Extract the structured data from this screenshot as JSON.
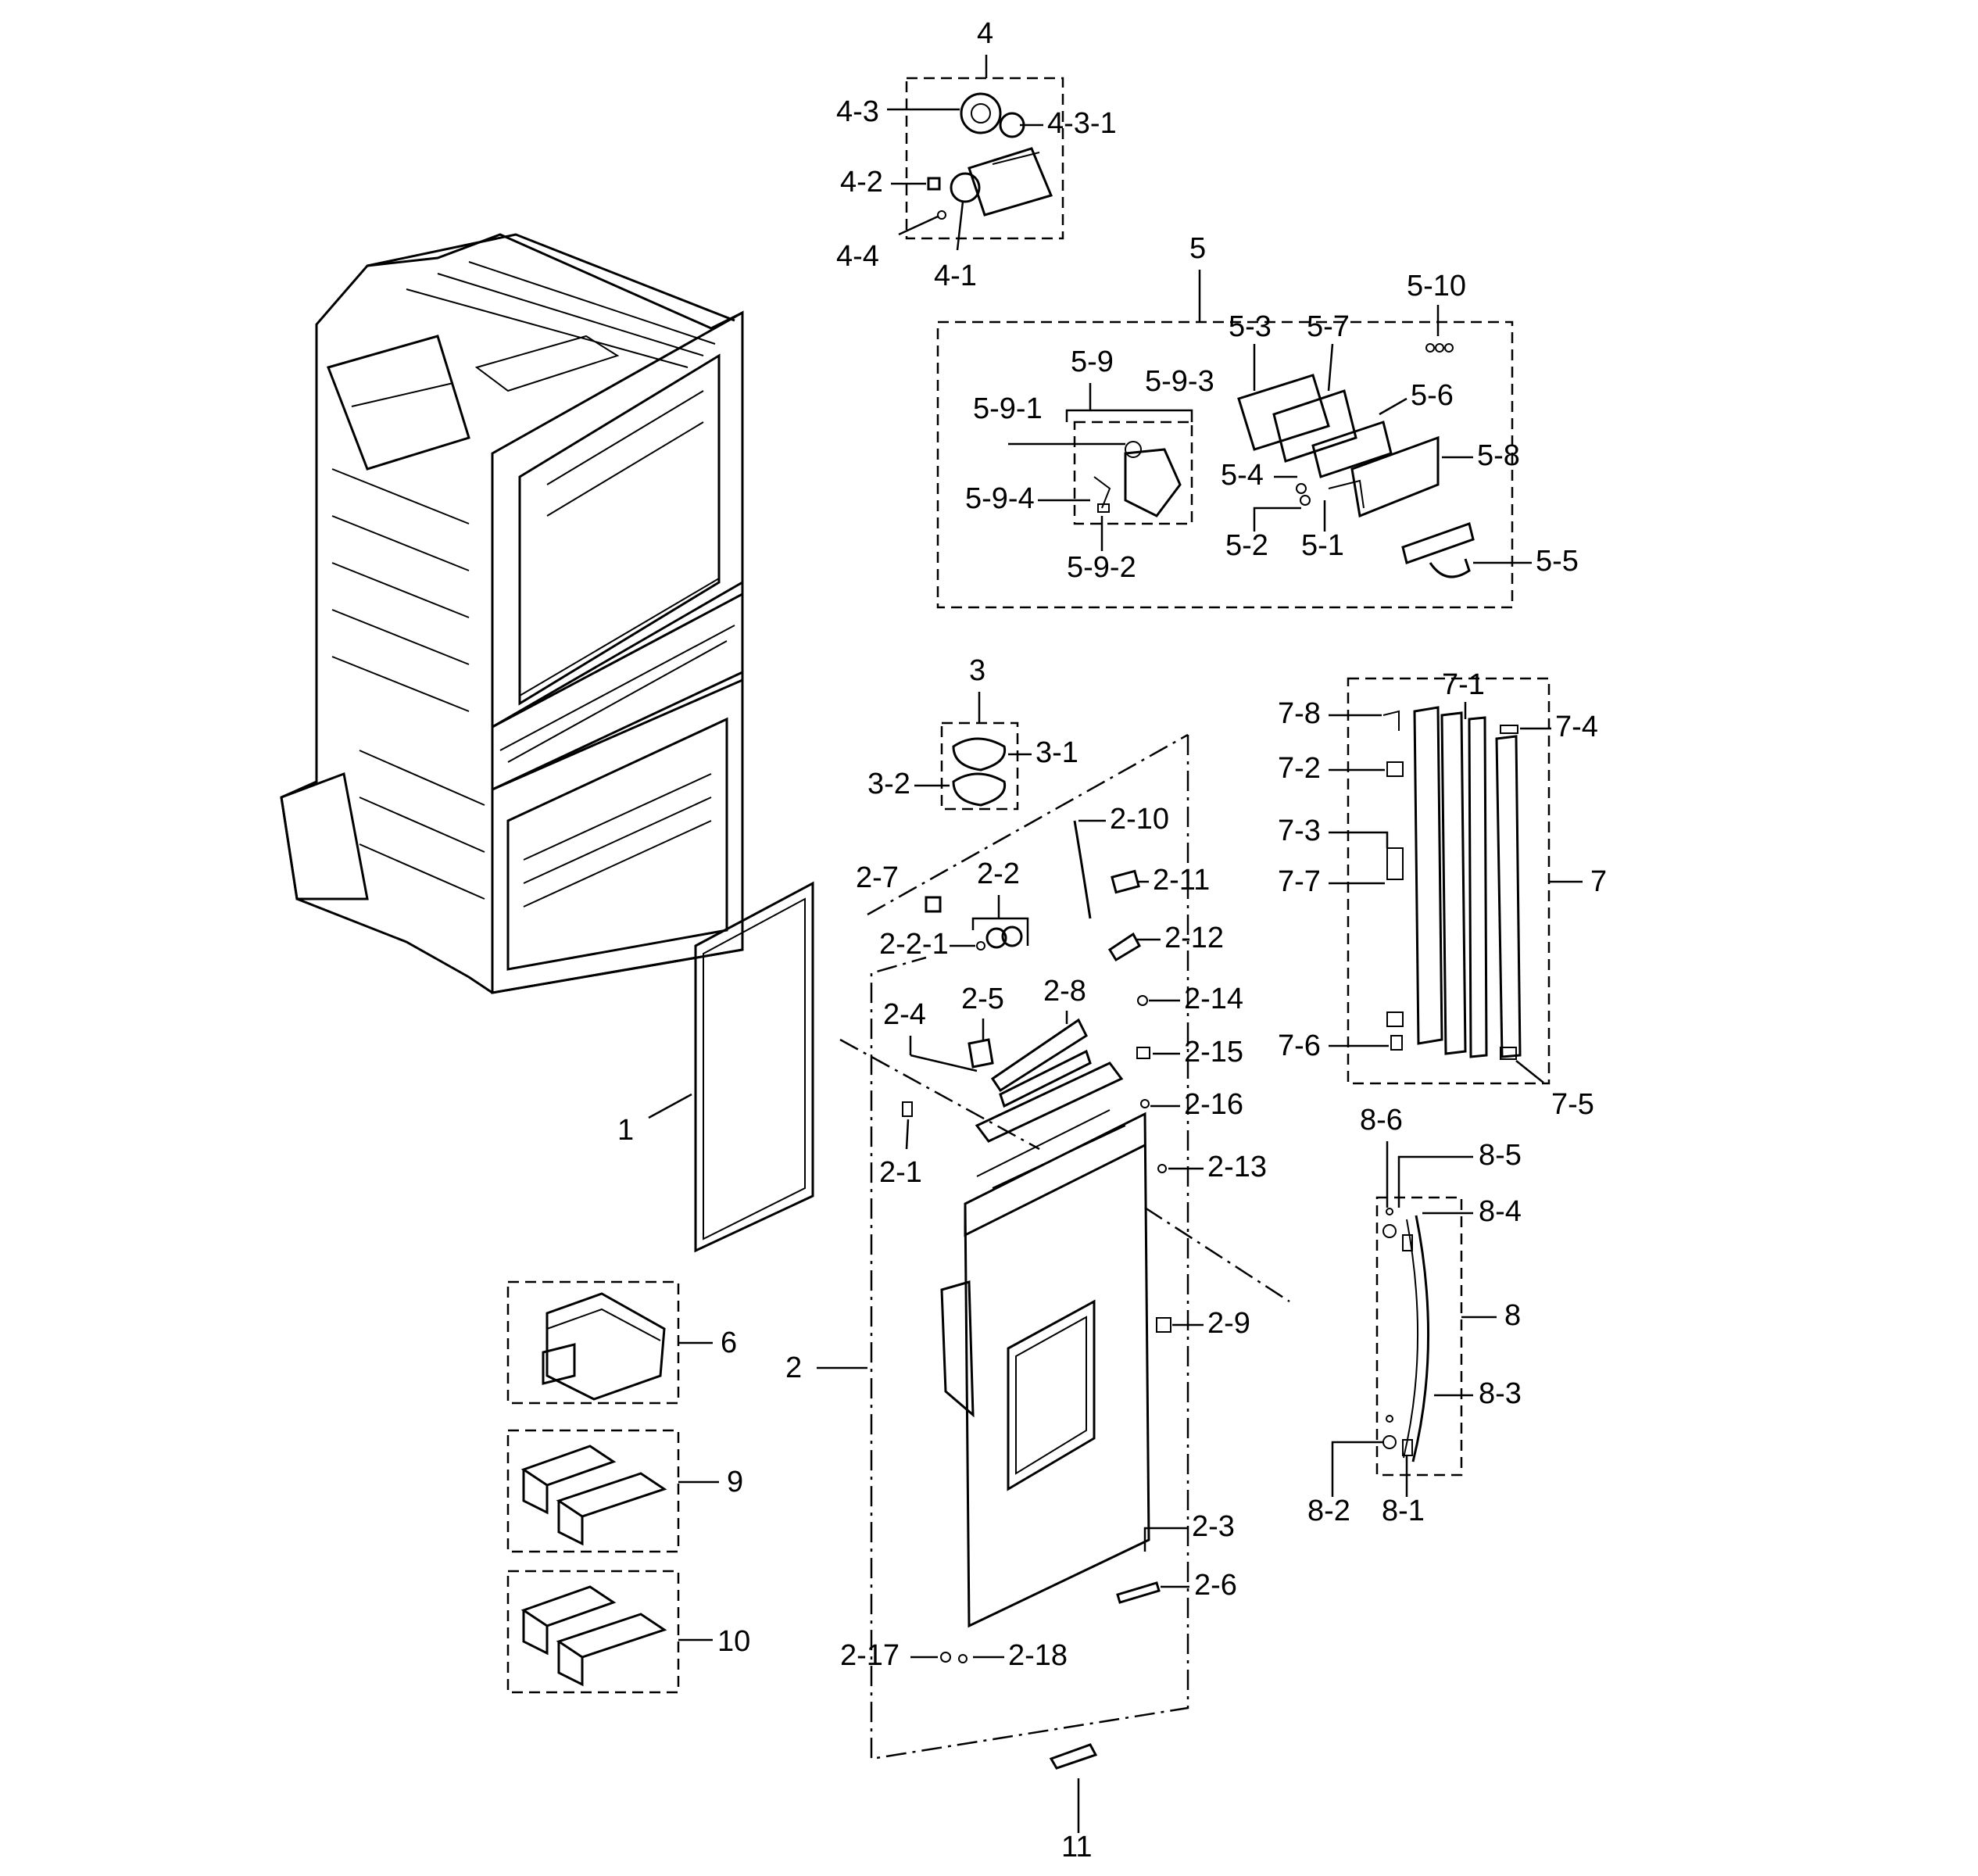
{
  "labels": {
    "l1": "1",
    "l2": "2",
    "l2_1": "2-1",
    "l2_2": "2-2",
    "l2_2_1": "2-2-1",
    "l2_3": "2-3",
    "l2_4": "2-4",
    "l2_5": "2-5",
    "l2_6": "2-6",
    "l2_7": "2-7",
    "l2_8": "2-8",
    "l2_9": "2-9",
    "l2_10": "2-10",
    "l2_11": "2-11",
    "l2_12": "2-12",
    "l2_13": "2-13",
    "l2_14": "2-14",
    "l2_15": "2-15",
    "l2_16": "2-16",
    "l2_17": "2-17",
    "l2_18": "2-18",
    "l3": "3",
    "l3_1": "3-1",
    "l3_2": "3-2",
    "l4": "4",
    "l4_1": "4-1",
    "l4_2": "4-2",
    "l4_3": "4-3",
    "l4_3_1": "4-3-1",
    "l4_4": "4-4",
    "l5": "5",
    "l5_1": "5-1",
    "l5_2": "5-2",
    "l5_3": "5-3",
    "l5_4": "5-4",
    "l5_5": "5-5",
    "l5_6": "5-6",
    "l5_7": "5-7",
    "l5_8": "5-8",
    "l5_9": "5-9",
    "l5_9_1": "5-9-1",
    "l5_9_2": "5-9-2",
    "l5_9_3": "5-9-3",
    "l5_9_4": "5-9-4",
    "l5_10": "5-10",
    "l6": "6",
    "l7": "7",
    "l7_1": "7-1",
    "l7_2": "7-2",
    "l7_3": "7-3",
    "l7_4": "7-4",
    "l7_5": "7-5",
    "l7_6": "7-6",
    "l7_7": "7-7",
    "l7_8": "7-8",
    "l8": "8",
    "l8_1": "8-1",
    "l8_2": "8-2",
    "l8_3": "8-3",
    "l8_4": "8-4",
    "l8_5": "8-5",
    "l8_6": "8-6",
    "l9": "9",
    "l10": "10",
    "l11": "11"
  }
}
